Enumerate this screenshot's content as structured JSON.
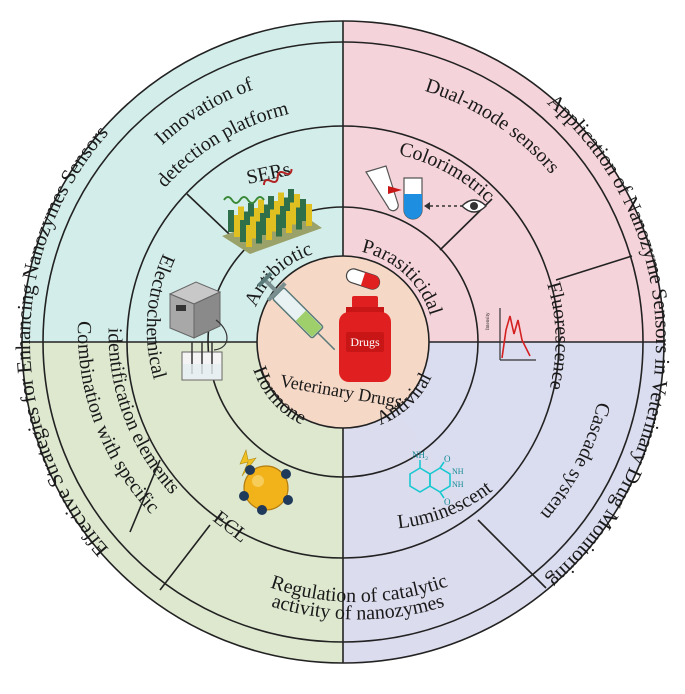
{
  "center": {
    "line1": "Veterinary Drugs",
    "bottle_label": "Drugs"
  },
  "drug_classes": {
    "antibiotic": "Antibiotic",
    "parasiticidal": "Parasiticidal",
    "antiviral": "Antiviral",
    "hormone": "Hormone"
  },
  "techniques": {
    "sers": "SERs",
    "colorimetric": "Colorimetric",
    "fluorescence": "Fluorescence",
    "luminescent": "Luminescent",
    "ecl": "ECL",
    "electrochemical": "Electrochemical"
  },
  "fluorescence_axis_label": "Intensity",
  "molecule": {
    "nh2": "NH₂",
    "nh": "NH",
    "o": "O"
  },
  "strategies": {
    "innovation_l1": "Innovation of",
    "innovation_l2": "detection platform",
    "dual_mode": "Dual-mode sensors",
    "cascade": "Cascade system",
    "regulation_l1": "Regulation of catalytic",
    "regulation_l2": "activity of nanozymes",
    "combination_l1": "Combination with specific",
    "combination_l2": "identification elements"
  },
  "outer": {
    "left": "Effective Strategies for Enhancing Nanozymes Sensors",
    "right": "Application of Nanozyme Sensors in Veterinary Drug Monitoring"
  },
  "colors": {
    "teal": "#d3eeea",
    "pink": "#f5d3da",
    "lavender": "#dcdcef",
    "green": "#dde8cf",
    "center": "#f6d8c6",
    "drug_red": "#e02020"
  }
}
